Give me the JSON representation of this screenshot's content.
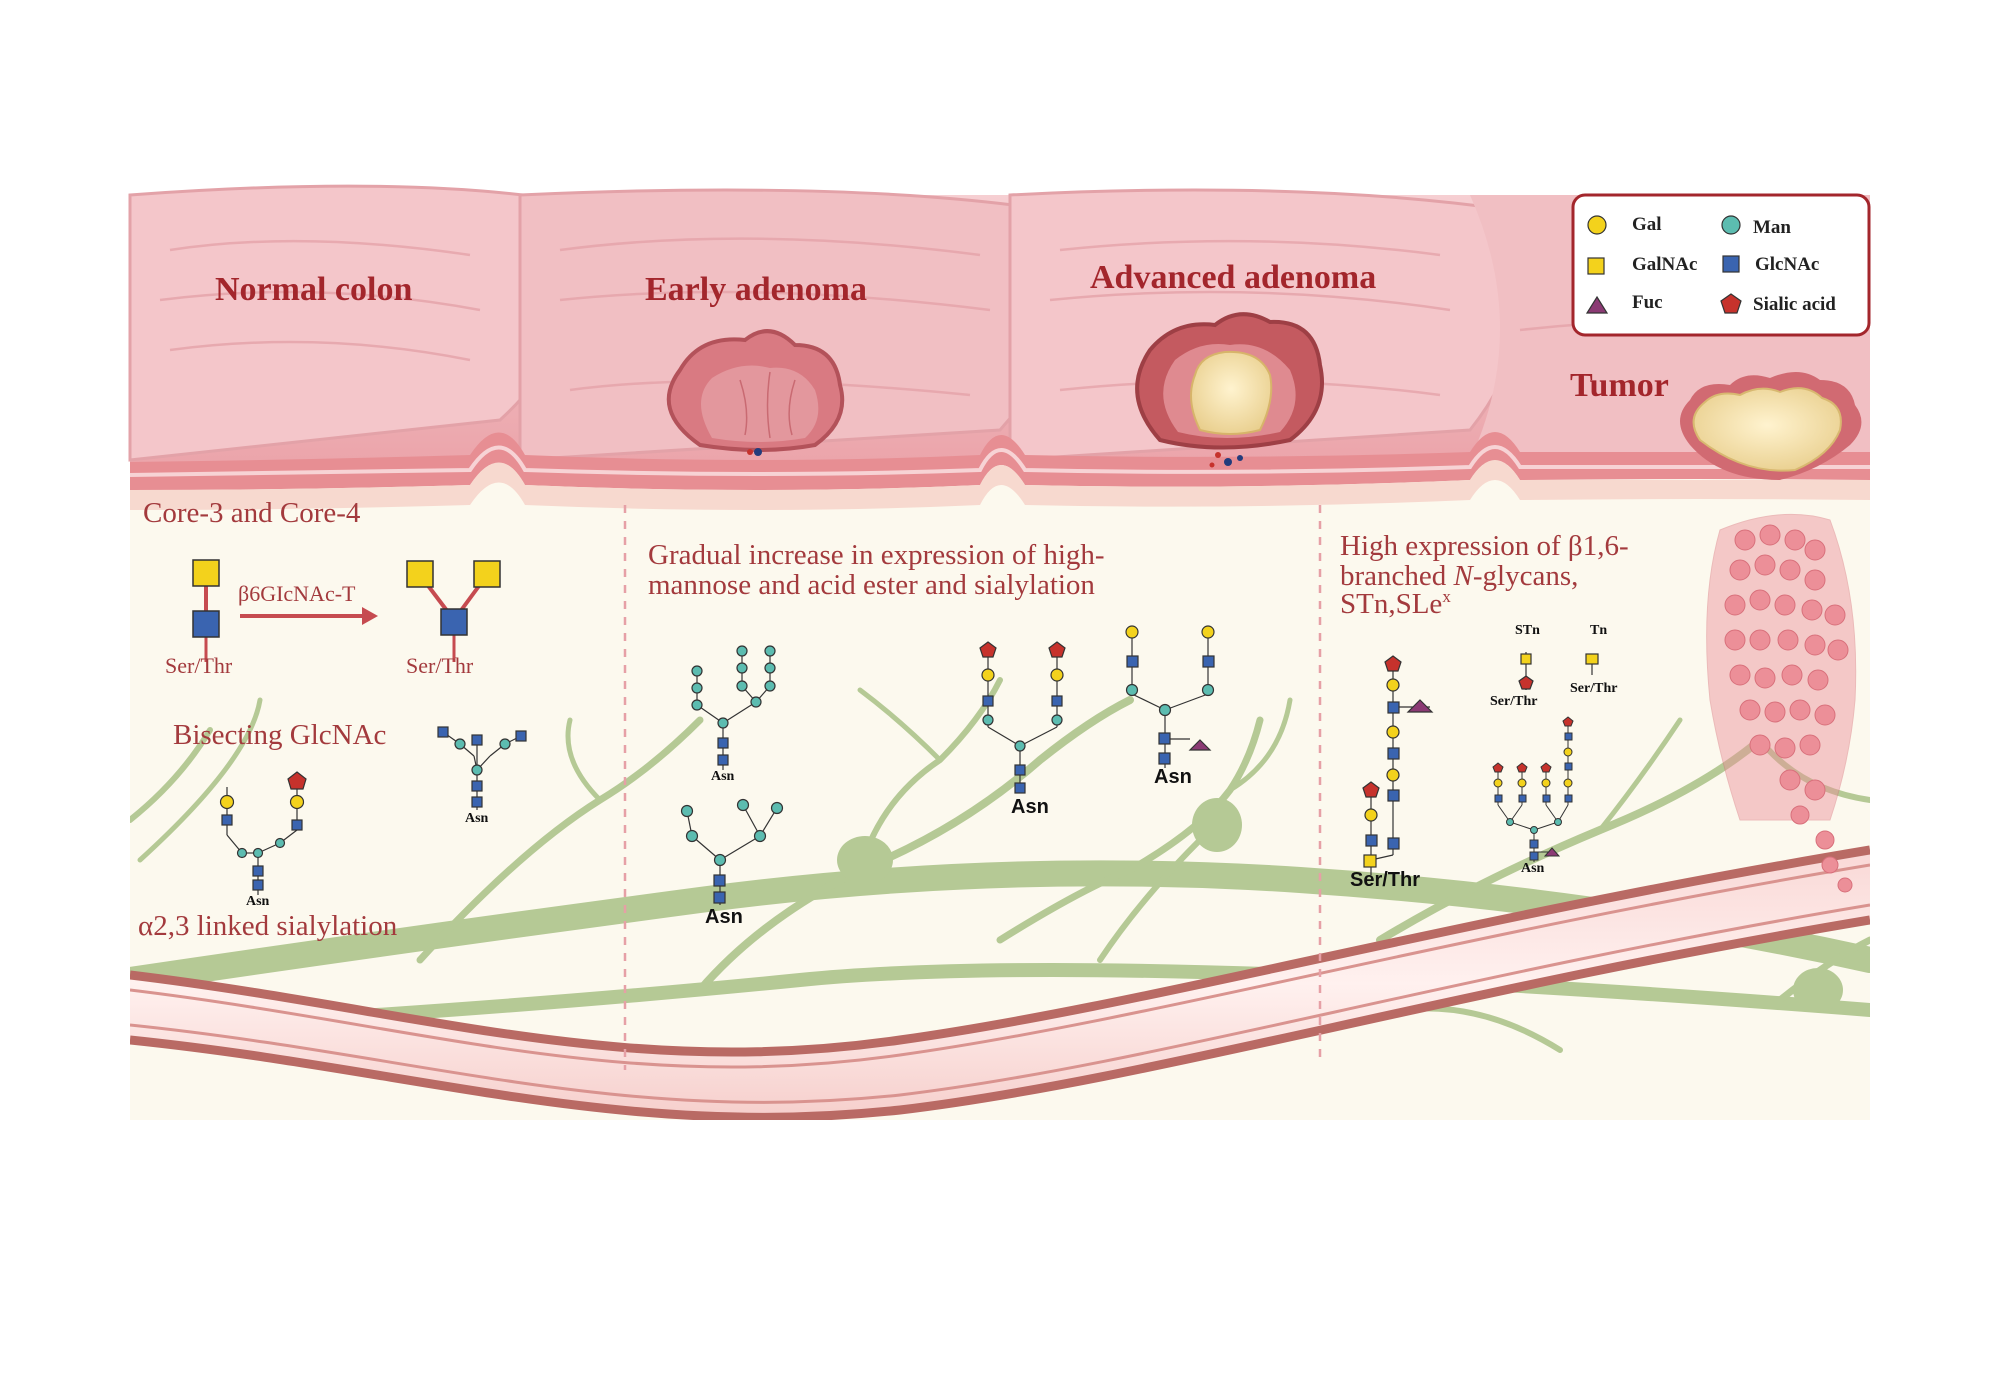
{
  "stages": {
    "normal": "Normal colon",
    "early": "Early adenoma",
    "advanced": "Advanced adenoma",
    "tumor": "Tumor"
  },
  "legend": {
    "gal": "Gal",
    "man": "Man",
    "galnac": "GalNAc",
    "glcnac": "GlcNAc",
    "fuc": "Fuc",
    "sialic": "Sialic acid"
  },
  "normal_panel": {
    "core_label": "Core-3 and Core-4",
    "enzyme": "β6GIcNAc-T",
    "ser_thr_left": "Ser/Thr",
    "ser_thr_right": "Ser/Thr",
    "bisecting": "Bisecting GlcNAc",
    "asn_1": "Asn",
    "asn_2": "Asn",
    "sialylation": "α2,3 linked sialylation"
  },
  "early_panel": {
    "line1": "Gradual increase in expression of high-",
    "line2": "mannose      and acid ester and sialylation",
    "asn_1": "Asn",
    "asn_2": "Asn",
    "asn_3": "Asn",
    "asn_4": "Asn"
  },
  "tumor_panel": {
    "line1": "High expression of β1,6-",
    "line2_pre": "branched ",
    "line2_italic": "N",
    "line2_post": "-glycans,",
    "line3": "STn,SLe",
    "line3_sup": "x",
    "stn": "STn",
    "tn": "Tn",
    "ser_thr_stn": "Ser/Thr",
    "ser_thr_tn": "Ser/Thr",
    "ser_thr_big": "Ser/Thr",
    "asn": "Asn"
  },
  "colors": {
    "title": "#a3262c",
    "mucosa": "#f2bcc0",
    "panel_bg": "#fcf9ee",
    "vessel_green": "#b5c995",
    "vessel_red": "#b96a64",
    "gal": "#f3d21c",
    "man": "#5cbcb0",
    "glcnac": "#3a64b0",
    "fuc": "#8b3a74",
    "sialic": "#c6322c"
  }
}
